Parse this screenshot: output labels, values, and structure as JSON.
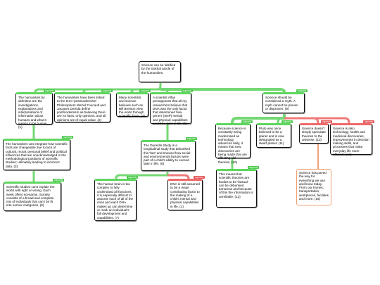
{
  "nodes": [
    {
      "id": "root",
      "type": "neutral",
      "text": "Science can be falsified by the Sokhal article of the humanities."
    },
    {
      "id": "h1",
      "type": "support",
      "tag": "supports",
      "text": "The humanities by definition are the investigations, explanations and interpretations of information about humans and what it means to be human. (1)"
    },
    {
      "id": "h2",
      "type": "support",
      "tag": "supports",
      "text": "The humanities have been linked to the term 'postmodernism' Philosophers Michel Foucault and Jacques Derrida define postmodernism as believing there are no facts, only opinions, and all opinions are of equal value. (2)"
    },
    {
      "id": "h3",
      "type": "support",
      "tag": "supports",
      "text": "Many scientists and science believes such as Bill Brenton view the world through scientific facts. (4)"
    },
    {
      "id": "h4",
      "type": "support",
      "tag": "supports",
      "text": "A scientist Alfan presupposes that all my researchers believe that DNA was the only factor that determined how gene's (SNP) mental and physical capabilities would be later in life. (5)"
    },
    {
      "id": "h5",
      "type": "support",
      "tag": "supports",
      "text": "Science should be considered a myth. A myth cannot be proven or disproven. (9)"
    },
    {
      "id": "a1",
      "type": "support",
      "tag": "supports",
      "text": "The humanities can integrate how scientific facts are changeable due to lack of cultural, moral, personal belief and political influences that are unacknowledged in the methodological positions of scientific studies; ultimately leading to incorrect data. (3)"
    },
    {
      "id": "a2",
      "type": "support",
      "tag": "supports",
      "text": "The Dunedin Study is a longitudinal study that debunked this 'fact' and showed how social and environmental factors were part of a child's ability to exceed later in life. (6)"
    },
    {
      "id": "a3",
      "type": "support",
      "tag": "supports",
      "text": "Because science is constantly being modernised as technology advances daily, it means that new discoveries are being made that are affecting old theories. (10)"
    },
    {
      "id": "a4",
      "type": "support",
      "tag": "supports",
      "text": "Pluto was once believed to be a planet and is now designated as a dwarf planet. (11)"
    },
    {
      "id": "a5",
      "type": "oppose",
      "tag": "opposes",
      "text": "Science doesn't simply speculate theories to the universe. (13)"
    },
    {
      "id": "a6",
      "type": "oppose",
      "tag": "opposes",
      "text": "Science is also technology, health and medicinal discoveries, improvements in decision making skills, and processes that make everyday life more efficient. (14)"
    },
    {
      "id": "b1",
      "type": "support",
      "tag": "supports",
      "text": "Scientific studies can't explain the world with right or wrong. Each week offers scenarios. Society consists of a broad and complete mix of individuals that can't be fit into narrow categories. (8)"
    },
    {
      "id": "b2",
      "type": "support",
      "tag": "supports",
      "text": "The human brain is too complex to fully understand all functions, it is especially difficult to assume each of all of the ones and each DNA makes up can determine or mark an individual's full development and capabilities. (7)"
    },
    {
      "id": "b3",
      "type": "oppose",
      "tag": "opposes",
      "text": "DNA is still assumed to be a major contributing factor to the making of a child's mental and physical capabilities in life. (1)"
    },
    {
      "id": "b4",
      "type": "support",
      "tag": "supports",
      "text": "This means that scientific theories are bodies to be 'factual' can be debunked tomorrow and because of this the information is unreliable. (12)"
    },
    {
      "id": "c1",
      "type": "light",
      "text": "Science has paved the way for everything we use and know today. From our homes, transportation, workplaces, facilities and more. (15)"
    }
  ]
}
